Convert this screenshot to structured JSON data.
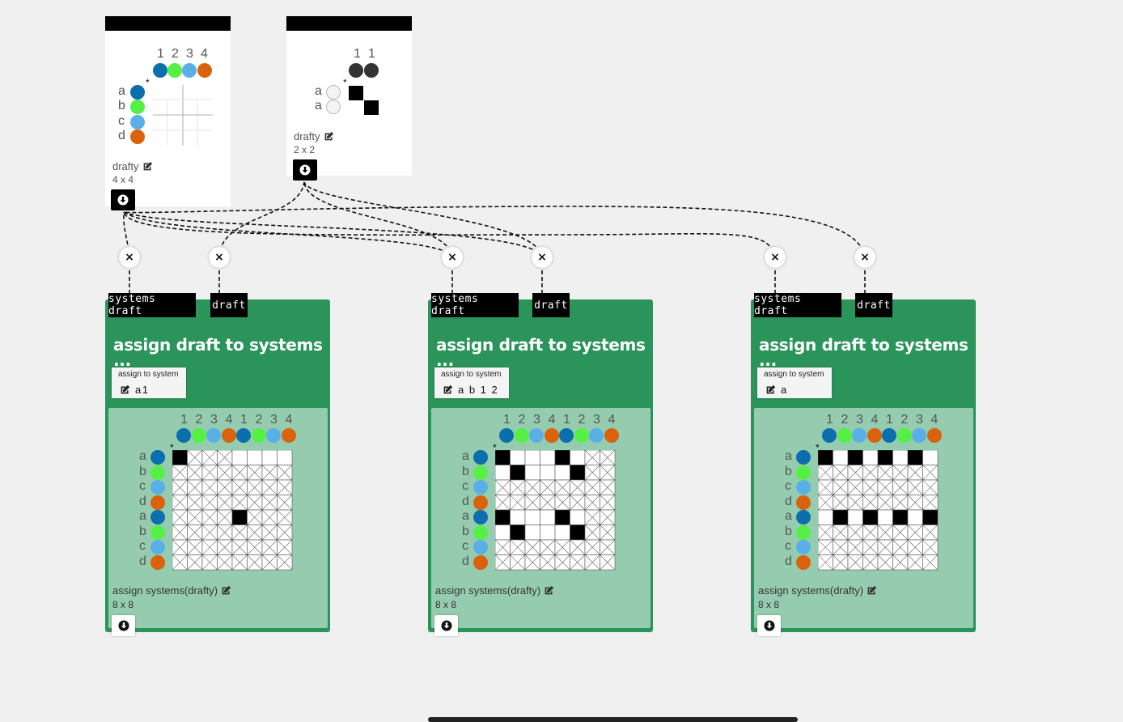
{
  "colors": {
    "c1": "#0b6ead",
    "c2": "#56f045",
    "c3": "#5ab0e6",
    "c4": "#d9620c",
    "dark": "#333333",
    "green": "#2a945a",
    "green_light": "#95ccaf"
  },
  "draft_cards": [
    {
      "name": "drafty",
      "size": "4 x 4",
      "warp_numbers": [
        "1",
        "2",
        "3",
        "4"
      ],
      "weft_letters": [
        "a",
        "b",
        "c",
        "d"
      ],
      "star": "*",
      "download_icon": "download-icon",
      "edit_icon": "edit-icon"
    },
    {
      "name": "drafty",
      "size": "2 x 2",
      "warp_numbers": [
        "1",
        "1"
      ],
      "weft_letters": [
        "a",
        "a"
      ],
      "star": "*",
      "download_icon": "download-icon",
      "edit_icon": "edit-icon"
    }
  ],
  "operations": [
    {
      "title": "assign draft to systems ···",
      "ports": [
        "systems draft",
        "draft"
      ],
      "param_label": "assign to system",
      "param_value": "a1",
      "output_name": "assign systems(drafty)",
      "output_size": "8 x 8",
      "warp_numbers": [
        "1",
        "2",
        "3",
        "4",
        "1",
        "2",
        "3",
        "4"
      ],
      "weft_letters": [
        "a",
        "b",
        "c",
        "d",
        "a",
        "b",
        "c",
        "d"
      ],
      "star": "*"
    },
    {
      "title": "assign draft to systems ···",
      "ports": [
        "systems draft",
        "draft"
      ],
      "param_label": "assign to system",
      "param_value": "a b 1 2",
      "output_name": "assign systems(drafty)",
      "output_size": "8 x 8",
      "warp_numbers": [
        "1",
        "2",
        "3",
        "4",
        "1",
        "2",
        "3",
        "4"
      ],
      "weft_letters": [
        "a",
        "b",
        "c",
        "d",
        "a",
        "b",
        "c",
        "d"
      ],
      "star": "*"
    },
    {
      "title": "assign draft to systems ···",
      "ports": [
        "systems draft",
        "draft"
      ],
      "param_label": "assign to system",
      "param_value": "a",
      "output_name": "assign systems(drafty)",
      "output_size": "8 x 8",
      "warp_numbers": [
        "1",
        "2",
        "3",
        "4",
        "1",
        "2",
        "3",
        "4"
      ],
      "weft_letters": [
        "a",
        "b",
        "c",
        "d",
        "a",
        "b",
        "c",
        "d"
      ],
      "star": "*"
    }
  ],
  "connection_remove_label": "×"
}
